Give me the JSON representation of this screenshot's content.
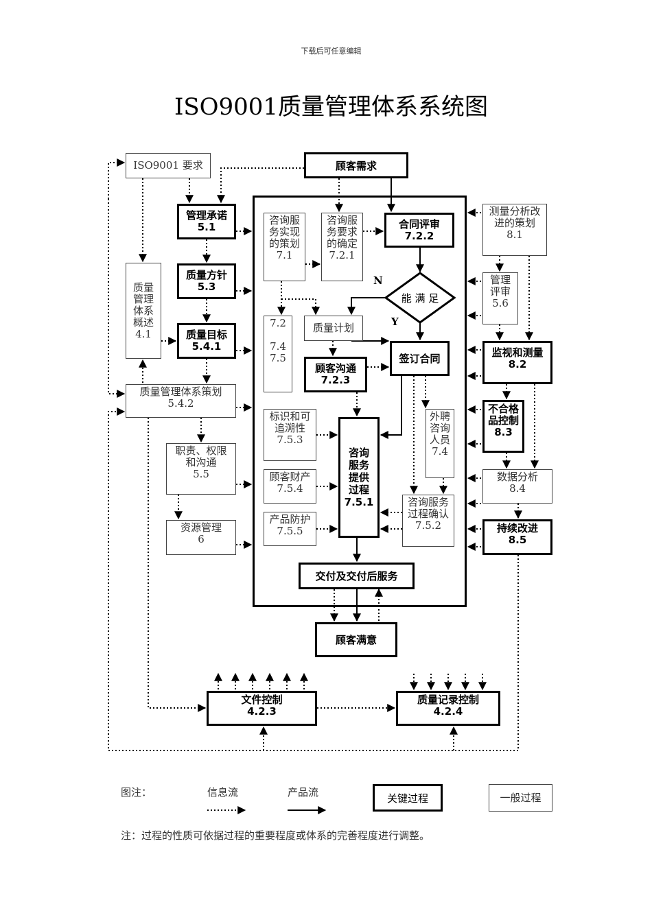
{
  "header_note": "下载后可任意编辑",
  "title": "ISO9001质量管理体系系统图",
  "boxes": {
    "iso_req": "ISO9001 要求",
    "customer_need": "顾客需求",
    "mgmt_commit": "管理承诺\n5.1",
    "quality_policy": "质量方针\n5.3",
    "quality_objective": "质量目标\n5.4.1",
    "qms_overview": "质量\n管理\n体系\n概述\n4.1",
    "qms_planning": "质量管理体系策划\n5.4.2",
    "responsibility": "职责、权限\n和沟通\n5.5",
    "resource_mgmt": "资源管理\n6",
    "service_realization": "咨询服\n务实现\n的策划\n7.1",
    "service_requirements": "咨询服\n务要求\n的确定\n7.2.1",
    "contract_review": "合同评审\n7.2.2",
    "capable_decision": "能 满 足",
    "clause_list": "7.2\n\n7.4\n7.5",
    "quality_plan": "质量计划",
    "customer_comm": "顾客沟通\n7.2.3",
    "sign_contract": "签订合同",
    "identification": "标识和可\n追溯性\n7.5.3",
    "customer_property": "顾客财产\n7.5.4",
    "preservation": "产品防护\n7.5.5",
    "service_provision": "咨询\n服务\n提供\n过程\n7.5.1",
    "external_consultant": "外聘\n咨询\n人员\n7.4",
    "process_validation": "咨询服务\n过程确认\n7.5.2",
    "delivery": "交付及交付后服务",
    "customer_satisfaction": "顾客满意",
    "measure_planning": "测量分析改\n进的策划\n8.1",
    "mgmt_review": "管理\n评审\n5.6",
    "monitoring": "监视和测量\n8.2",
    "nonconforming": "不合格\n品控制\n8.3",
    "data_analysis": "数据分析\n8.4",
    "improvement": "持续改进\n8.5",
    "doc_control": "文件控制\n4.2.3",
    "record_control": "质量记录控制\n4.2.4"
  },
  "decision_labels": {
    "no": "N",
    "yes": "Y"
  },
  "legend": {
    "title": "图注：",
    "info_flow": "信息流",
    "product_flow": "产品流",
    "key_process": "关键过程",
    "general_process": "一般过程"
  },
  "footnote": "注：过程的性质可依据过程的重要程度或体系的完善程度进行调整。"
}
